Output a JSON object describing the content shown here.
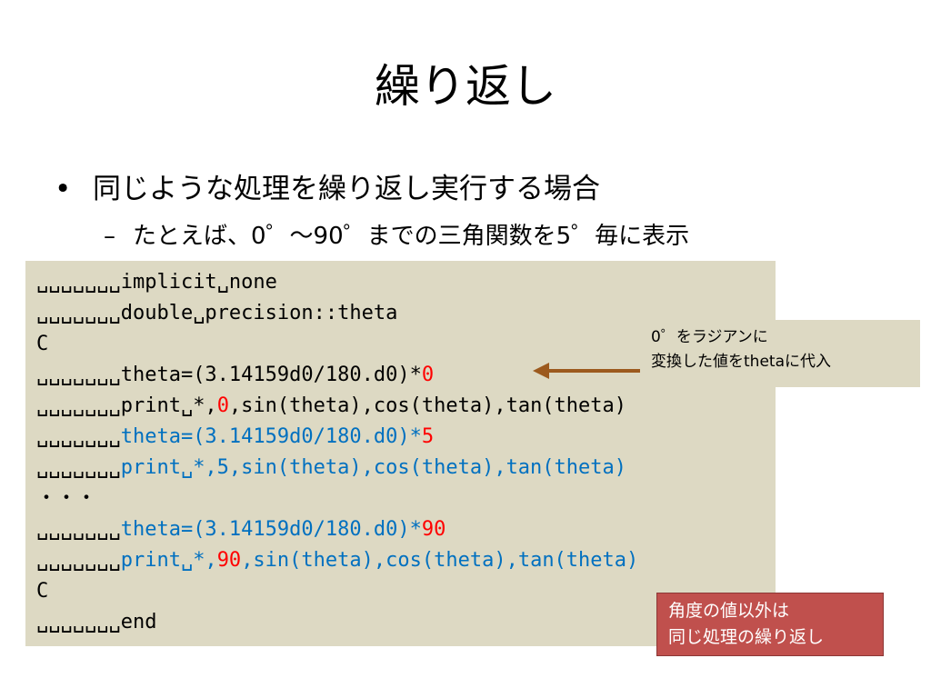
{
  "slide": {
    "title": "繰り返し",
    "bullet_symbol": "•",
    "bullet_text": "同じような処理を繰り返し実行する場合",
    "sub_dash": "–",
    "sub_text": "たとえば、0゜～90゜までの三角関数を5゜毎に表示"
  },
  "code": {
    "indent": "␣␣␣␣␣␣␣",
    "space": "␣",
    "lines": [
      {
        "text": "implicit␣none"
      },
      {
        "text": "double␣precision::theta"
      },
      {
        "text": "C"
      },
      {
        "prefix": "theta=(3.14159d0/180.d0)*",
        "value": "0"
      },
      {
        "prefix": "print␣*,",
        "value": "0",
        "suffix": ",sin(theta),cos(theta),tan(theta)"
      },
      {
        "prefix": "theta=(3.14159d0/180.d0)*",
        "value": "5"
      },
      {
        "text": "print␣*,5,sin(theta),cos(theta),tan(theta)"
      },
      {
        "text": "・・・"
      },
      {
        "prefix": "theta=(3.14159d0/180.d0)*",
        "value": "90"
      },
      {
        "prefix": "print␣*,",
        "value": "90",
        "suffix": ",sin(theta),cos(theta),tan(theta)"
      },
      {
        "text": "C"
      },
      {
        "text": "end"
      }
    ]
  },
  "note_convert": {
    "line1": "0゜をラジアンに",
    "line2": "変換した値をthetaに代入"
  },
  "note_repeat": {
    "line1": "角度の値以外は",
    "line2": "同じ処理の繰り返し"
  },
  "colors": {
    "code_bg": "#ddd9c3",
    "highlight_blue": "#0070c0",
    "value_red": "#ff0000",
    "arrow": "#9c5a1e",
    "note_red": "#c0504d"
  }
}
